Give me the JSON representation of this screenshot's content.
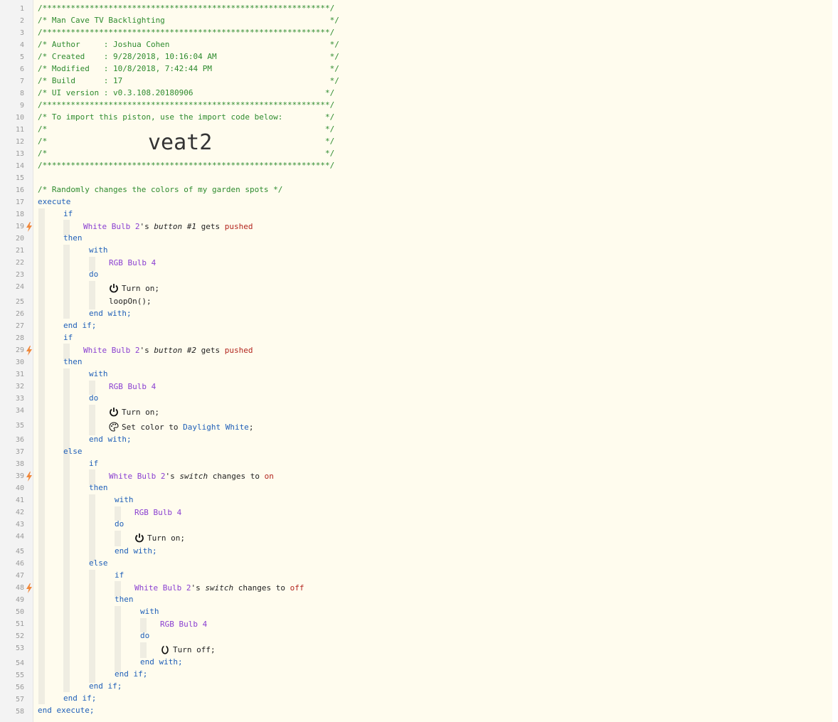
{
  "header": {
    "border_line": "/*************************************************************/",
    "title_line": "/* Man Cave TV Backlighting                                   */",
    "author_line": "/* Author     : Joshua Cohen                                  */",
    "created_line": "/* Created    : 9/28/2018, 10:16:04 AM                        */",
    "modified_line": "/* Modified   : 10/8/2018, 7:42:44 PM                         */",
    "build_line": "/* Build      : 17                                            */",
    "ui_version_line": "/* UI version : v0.3.108.20180906                            */",
    "import_line": "/* To import this piston, use the import code below:         */",
    "blank_line": "/*                                                           */",
    "import_code": "veat2"
  },
  "description": "/* Randomly changes the colors of my garden spots */",
  "keywords": {
    "execute": "execute",
    "end_execute": "end execute;",
    "if": "if",
    "then": "then",
    "else": "else",
    "with": "with",
    "do": "do",
    "end_with": "end with;",
    "end_if": "end if;"
  },
  "devices": {
    "trigger": "White Bulb 2",
    "target": "RGB Bulb 4"
  },
  "conditions": {
    "c1": {
      "poss": "'s ",
      "attr": "button #1",
      "op": " gets ",
      "val": "pushed"
    },
    "c2": {
      "poss": "'s ",
      "attr": "button #2",
      "op": " gets ",
      "val": "pushed"
    },
    "c3": {
      "poss": "'s ",
      "attr": "switch",
      "op": " changes to ",
      "val": "on"
    },
    "c4": {
      "poss": "'s ",
      "attr": "switch",
      "op": " changes to ",
      "val": "off"
    }
  },
  "statements": {
    "turn_on": "Turn on;",
    "turn_off": "Turn off;",
    "loop_on": "loopOn();",
    "set_color_prefix": "Set color to ",
    "set_color_value": "Daylight White",
    "set_color_suffix": ";"
  },
  "icons": [
    "power-icon",
    "palette-icon",
    "trigger-bolt-icon"
  ],
  "colors": {
    "comment": "#2e8b2e",
    "keyword": "#1f5fb8",
    "device": "#8a3fd1",
    "value": "#b3261e",
    "bolt": "#f0883a"
  },
  "line_numbers": [
    "1",
    "2",
    "3",
    "4",
    "5",
    "6",
    "7",
    "8",
    "9",
    "10",
    "11",
    "12",
    "13",
    "14",
    "15",
    "16",
    "17",
    "18",
    "19",
    "20",
    "21",
    "22",
    "23",
    "24",
    "25",
    "26",
    "27",
    "28",
    "29",
    "30",
    "31",
    "32",
    "33",
    "34",
    "35",
    "36",
    "37",
    "38",
    "39",
    "40",
    "41",
    "42",
    "43",
    "44",
    "45",
    "46",
    "47",
    "48",
    "49",
    "50",
    "51",
    "52",
    "53",
    "54",
    "55",
    "56",
    "57",
    "58"
  ]
}
